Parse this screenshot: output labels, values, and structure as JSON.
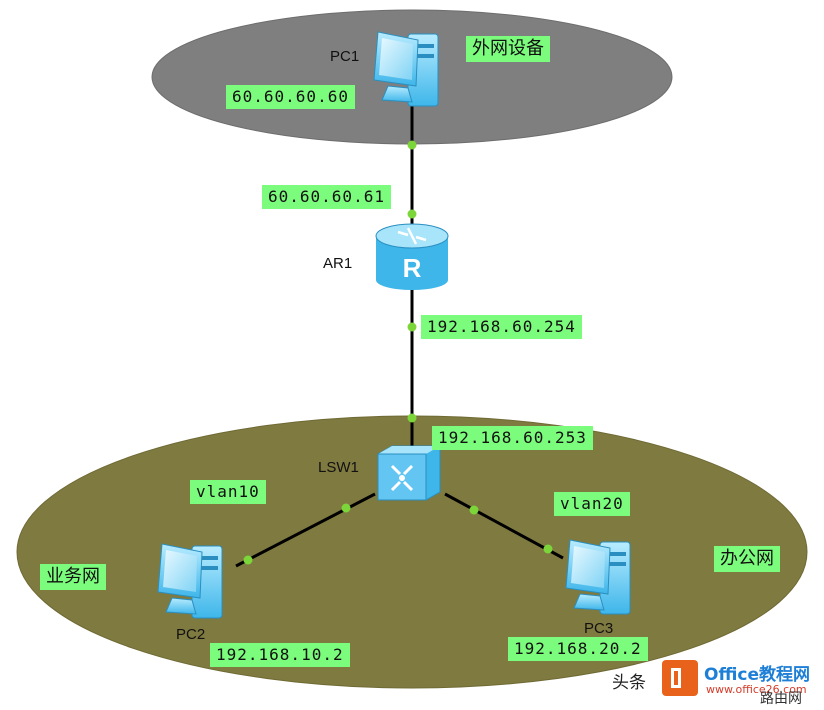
{
  "zones": {
    "external": "外网设备",
    "business": "业务网",
    "office": "办公网"
  },
  "devices": {
    "pc1": {
      "name": "PC1",
      "ip": "60.60.60.60"
    },
    "ar1": {
      "name": "AR1",
      "wan_ip": "60.60.60.61",
      "lan_ip": "192.168.60.254"
    },
    "lsw1": {
      "name": "LSW1",
      "ip": "192.168.60.253"
    },
    "pc2": {
      "name": "PC2",
      "ip": "192.168.10.2",
      "vlan": "vlan10"
    },
    "pc3": {
      "name": "PC3",
      "ip": "192.168.20.2",
      "vlan": "vlan20"
    }
  },
  "watermark": {
    "prefix": "头条",
    "brand": "Office教程网",
    "url": "www.office26.com",
    "tail": "路由网"
  },
  "colors": {
    "external_zone": "#7f7f7f",
    "internal_zone": "#7f7a40",
    "label_bg": "#7CFC7C",
    "link_dot": "#7CD63A",
    "device_blue": "#63c6f2"
  }
}
